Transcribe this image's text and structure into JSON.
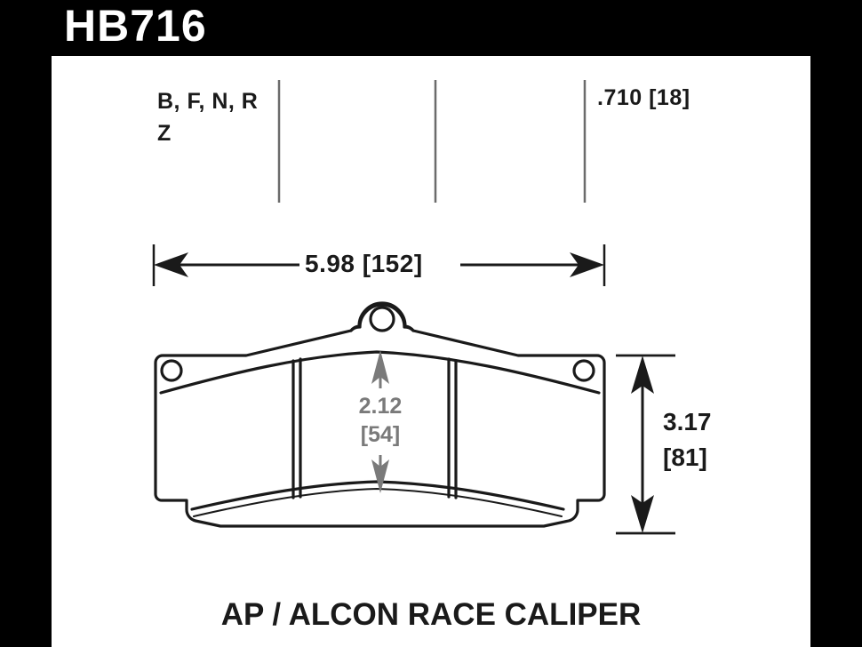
{
  "part": {
    "number": "HB716",
    "compound_codes_line1": "B, F, N, R",
    "compound_codes_line2": "Z",
    "caption": "AP / ALCON RACE CALIPER"
  },
  "dimensions": {
    "thickness": ".710 [18]",
    "width": "5.98 [152]",
    "center_height_in": "2.12",
    "center_height_mm": "[54]",
    "overall_height_in": "3.17",
    "overall_height_mm": "[81]"
  },
  "colors": {
    "frame": "#000000",
    "canvas": "#ffffff",
    "ink": "#1a1a1a",
    "title_text": "#ffffff",
    "gray_dim": "#7a7a7a",
    "section_line": "#6b6b6b"
  },
  "icons": {
    "width_arrow": "double-arrow-horizontal",
    "height_arrow": "double-arrow-vertical",
    "center_arrow": "double-arrow-vertical-gray"
  }
}
